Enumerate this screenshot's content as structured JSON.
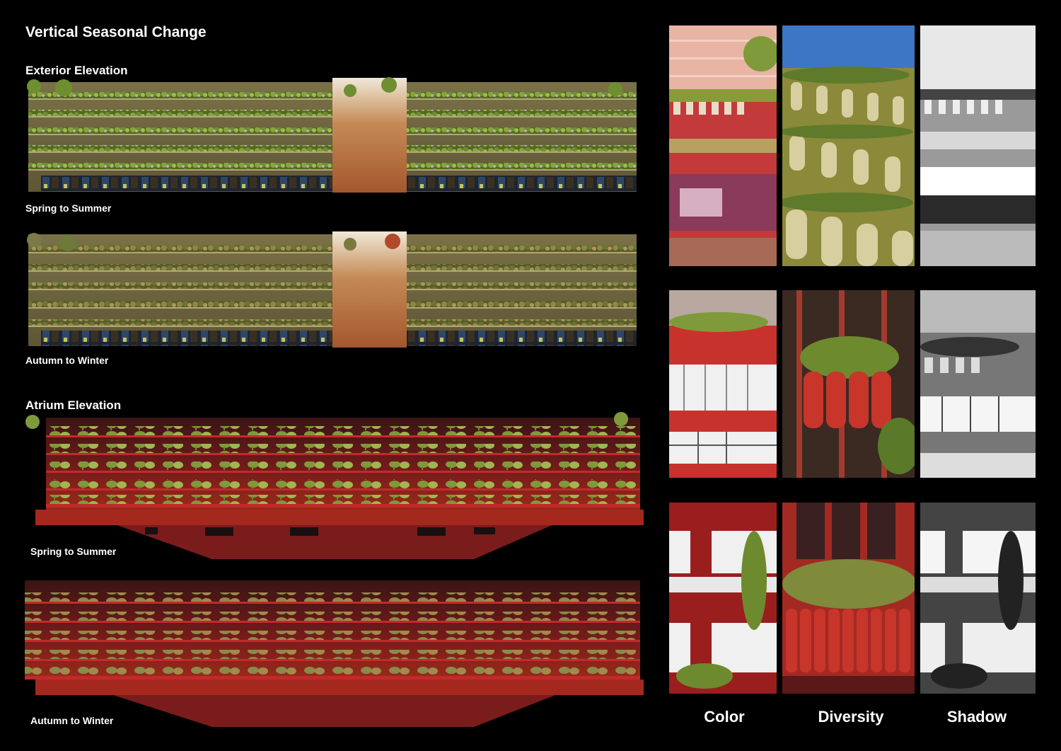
{
  "title": "Vertical Seasonal Change",
  "sections": {
    "exterior": {
      "heading": "Exterior Elevation",
      "spring_caption": "Spring to Summer",
      "autumn_caption": "Autumn to Winter"
    },
    "atrium": {
      "heading": "Atrium Elevation",
      "spring_caption": "Spring to Summer",
      "autumn_caption": "Autumn to Winter"
    }
  },
  "columns": [
    "Color",
    "Diversity",
    "Shadow"
  ],
  "colors": {
    "background": "#000000",
    "facade_olive": "#8a7f52",
    "atrium_red": "#9a1e1e",
    "foliage": "#7f9a3a",
    "planter_beige": "#d8cfa0",
    "planter_red": "#c8352a"
  }
}
